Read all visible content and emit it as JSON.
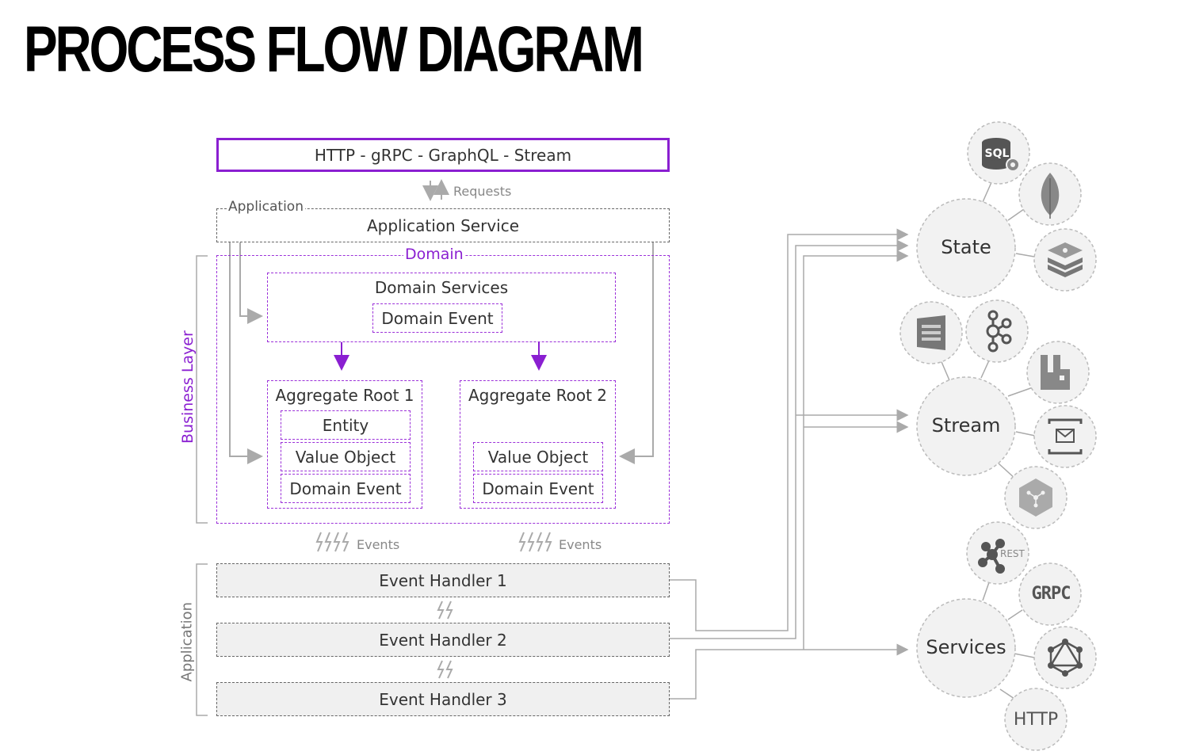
{
  "title": "PROCESS FLOW DIAGRAM",
  "protocol_bar": "HTTP - gRPC - GraphQL - Stream",
  "requests_label": "Requests",
  "application_label": "Application",
  "application_service": "Application Service",
  "domain_label": "Domain",
  "domain_services": "Domain Services",
  "domain_event": "Domain Event",
  "business_layer_label": "Business Layer",
  "aggregate_root_1": {
    "title": "Aggregate Root 1",
    "items": [
      "Entity",
      "Value Object",
      "Domain Event"
    ]
  },
  "aggregate_root_2": {
    "title": "Aggregate Root 2",
    "items": [
      "Value Object",
      "Domain Event"
    ]
  },
  "events_label": "Events",
  "application_side_label": "Application",
  "event_handlers": [
    "Event Handler 1",
    "Event Handler 2",
    "Event Handler 3"
  ],
  "hubs": {
    "state": "State",
    "stream": "Stream",
    "services": "Services"
  },
  "satellite_labels": {
    "sql": "SQL",
    "rest": "REST",
    "grpc": "GRPC",
    "http": "HTTP"
  },
  "colors": {
    "accent_purple": "#8a1fd1",
    "arrow_gray": "#aaaaaa",
    "circle_fill": "#f2f2f2",
    "icon_gray": "#888888"
  }
}
